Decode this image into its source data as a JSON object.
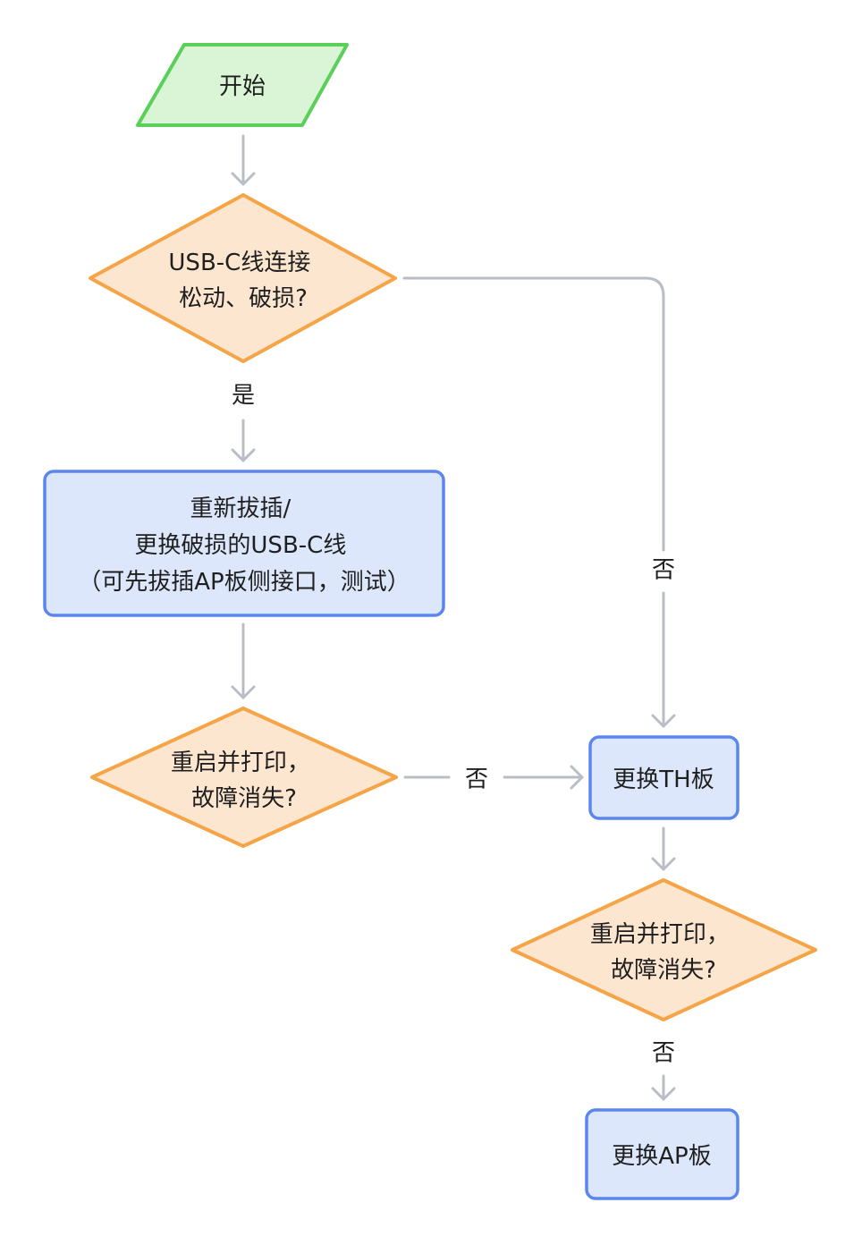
{
  "nodes": {
    "start": {
      "lines": [
        "开始"
      ]
    },
    "decision_cable": {
      "lines": [
        "USB-C线连接",
        "松动、破损?"
      ]
    },
    "process_replug": {
      "lines": [
        "重新拔插/",
        "更换破损的USB-C线",
        "（可先拔插AP板侧接口，测试）"
      ]
    },
    "decision_restart_1": {
      "lines": [
        "重启并打印，",
        "故障消失?"
      ]
    },
    "process_replace_th": {
      "lines": [
        "更换TH板"
      ]
    },
    "decision_restart_2": {
      "lines": [
        "重启并打印，",
        "故障消失?"
      ]
    },
    "process_replace_ap": {
      "lines": [
        "更换AP板"
      ]
    }
  },
  "edges": {
    "cable_yes": {
      "label": "是"
    },
    "cable_no": {
      "label": "否"
    },
    "restart1_no": {
      "label": "否"
    },
    "restart2_no": {
      "label": "否"
    }
  },
  "colors": {
    "start_fill": "#d9f5d6",
    "start_stroke": "#5ad05a",
    "decision_fill": "#fde6d0",
    "decision_stroke": "#f5a547",
    "process_fill": "#dde7fb",
    "process_stroke": "#5b86ef",
    "edge": "#b9bec6"
  }
}
